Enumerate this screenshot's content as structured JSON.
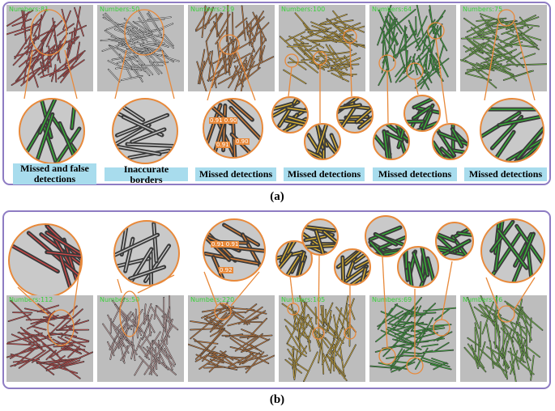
{
  "panel_a": {
    "label": "(a)",
    "images": [
      {
        "count": "Numbers:81",
        "count_color": "#3bd13b",
        "caption": "Missed and false detections",
        "rod_color": "#e04a4a"
      },
      {
        "count": "Numbers:50",
        "count_color": "#3bd13b",
        "caption": "Inaccurate borders",
        "rod_color": "#f2f2f2"
      },
      {
        "count": "Numbers:219",
        "count_color": "#3bd13b",
        "caption": "Missed detections",
        "rod_color": "#e8893a"
      },
      {
        "count": "Numbers:100",
        "count_color": "#3bd13b",
        "caption": "Missed detections",
        "rod_color": "#f1c232"
      },
      {
        "count": "Numbers:64",
        "count_color": "#3bd13b",
        "caption": "Missed detections",
        "rod_color": "#38c238"
      },
      {
        "count": "Numbers:75",
        "count_color": "#3bd13b",
        "caption": "Missed detections",
        "rod_color": "#7dd84a"
      }
    ],
    "zoom_labels": [
      "0.91 0.90",
      "0.91",
      "0.90"
    ]
  },
  "panel_b": {
    "label": "(b)",
    "images": [
      {
        "count": "Numbers:112",
        "count_color": "#3bd13b",
        "rod_color": "#e04a4a"
      },
      {
        "count": "Numbers:50",
        "count_color": "#3bd13b",
        "rod_color": "#f2c6c6"
      },
      {
        "count": "Numbers:220",
        "count_color": "#3bd13b",
        "rod_color": "#e8893a"
      },
      {
        "count": "Numbers:105",
        "count_color": "#3bd13b",
        "rod_color": "#f1c232"
      },
      {
        "count": "Numbers:69",
        "count_color": "#3bd13b",
        "rod_color": "#38c238"
      },
      {
        "count": "Numbers:76",
        "count_color": "#3bd13b",
        "rod_color": "#7dd84a"
      }
    ],
    "zoom_labels": [
      "0.91 0.91",
      "0.92"
    ]
  },
  "colors": {
    "frame": "#8e7cc3",
    "callout": "#e8893a",
    "caption_bg": "#a8dced"
  }
}
